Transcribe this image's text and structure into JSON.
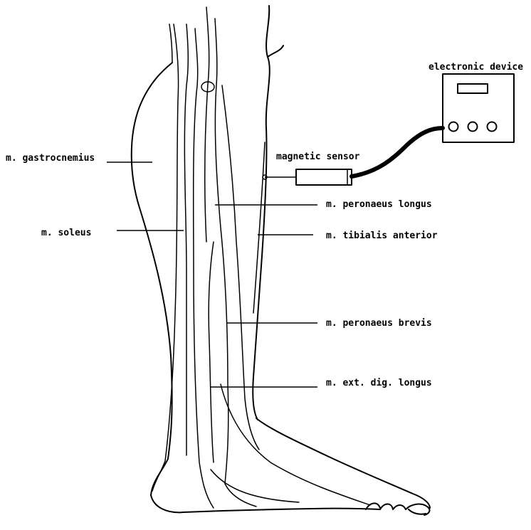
{
  "labels": {
    "gastrocnemius": "m. gastrocnemius",
    "soleus": "m. soleus",
    "peronaeus_longus": "m. peronaeus longus",
    "tibialis_anterior": "m. tibialis anterior",
    "peronaeus_brevis": "m. peronaeus brevis",
    "ext_dig_longus": "m. ext. dig. longus",
    "magnetic_sensor": "magnetic sensor",
    "electronic_device": "electronic device"
  },
  "colors": {
    "ink": "#000000",
    "background": "#ffffff"
  }
}
